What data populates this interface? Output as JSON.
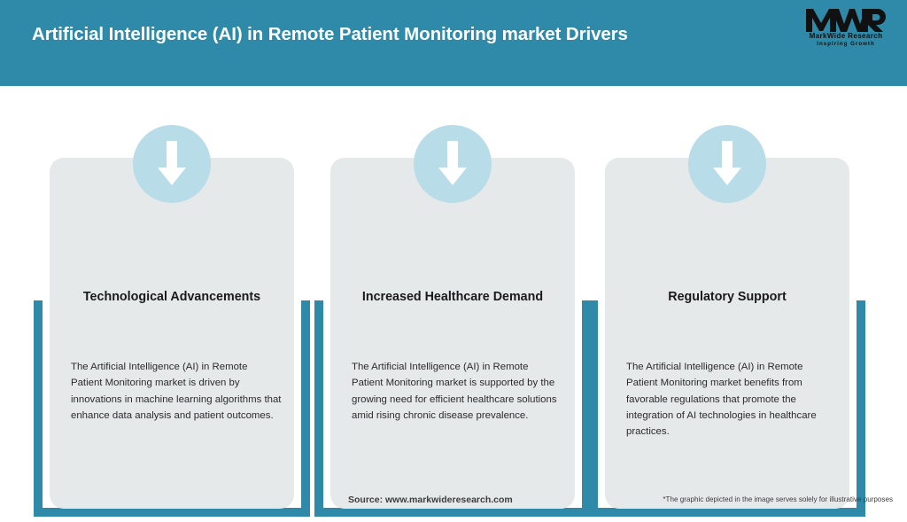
{
  "header": {
    "title": "Artificial Intelligence (AI) in Remote Patient Monitoring market Drivers",
    "background_color": "#2e8aa8",
    "title_color": "#ffffff"
  },
  "logo": {
    "mark_text": "MWR",
    "name": "MarkWide Research",
    "tagline": "Inspiring Growth",
    "color": "#111111"
  },
  "theme": {
    "accent_teal": "#2e8aa8",
    "card_background": "#e6e9ea",
    "circle_blue": "#b8dce8",
    "arrow_color": "#ffffff",
    "page_background": "#ffffff"
  },
  "cards": [
    {
      "icon": "down-arrow-icon",
      "title": "Technological Advancements",
      "body": "The Artificial Intelligence (AI) in Remote Patient Monitoring market is driven by innovations in machine learning algorithms that enhance data analysis and patient outcomes."
    },
    {
      "icon": "down-arrow-icon",
      "title": "Increased Healthcare Demand",
      "body": "The Artificial Intelligence (AI) in Remote Patient Monitoring market is supported by the growing need for efficient healthcare solutions amid rising chronic disease prevalence."
    },
    {
      "icon": "down-arrow-icon",
      "title": "Regulatory Support",
      "body": "The Artificial Intelligence (AI) in Remote Patient Monitoring market benefits from favorable regulations that promote the integration of AI technologies in healthcare practices."
    }
  ],
  "footer": {
    "source": "Source: www.markwideresearch.com",
    "disclaimer": "*The graphic depicted in the image serves solely for illustrative purposes"
  }
}
